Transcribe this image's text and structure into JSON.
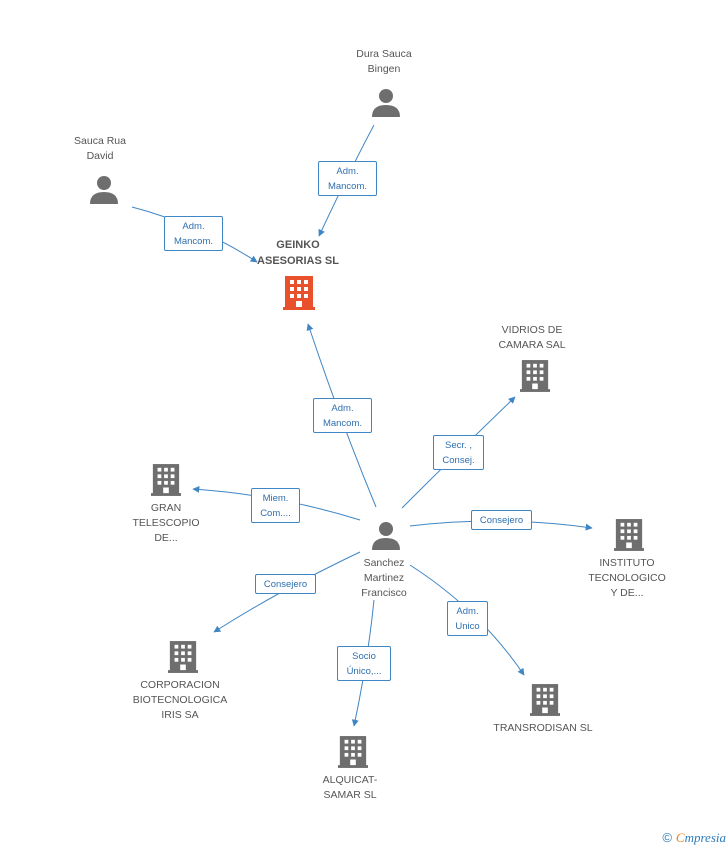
{
  "colors": {
    "person": "#6e6e6e",
    "company": "#6e6e6e",
    "main_company": "#e8512c",
    "edge": "#3f86c4"
  },
  "nodes": {
    "main_company": {
      "label": "GEINKO\nASESORIAS SL",
      "icon": "building-icon"
    },
    "dura_sauca": {
      "label": "Dura Sauca\nBingen",
      "icon": "person-icon"
    },
    "sauca_rua": {
      "label": "Sauca Rua\nDavid",
      "icon": "person-icon"
    },
    "sanchez": {
      "label": "Sanchez\nMartinez\nFrancisco",
      "icon": "person-icon"
    },
    "vidrios": {
      "label": "VIDRIOS DE\nCAMARA SAL",
      "icon": "building-icon"
    },
    "gran_telescopio": {
      "label": "GRAN\nTELESCOPIO\nDE...",
      "icon": "building-icon"
    },
    "instituto": {
      "label": "INSTITUTO\nTECNOLOGICO\nY DE...",
      "icon": "building-icon"
    },
    "corporacion": {
      "label": "CORPORACION\nBIOTECNOLOGICA\nIRIS SA",
      "icon": "building-icon"
    },
    "transrodisan": {
      "label": "TRANSRODISAN SL",
      "icon": "building-icon"
    },
    "alquicat": {
      "label": "ALQUICAT-\nSAMAR SL",
      "icon": "building-icon"
    }
  },
  "edges": {
    "dura_to_main": "Adm.\nMancom.",
    "sauca_to_main": "Adm.\nMancom.",
    "sanchez_to_main": "Adm.\nMancom.",
    "sanchez_to_vidrios": "Secr. ,\nConsej.",
    "sanchez_to_gran": "Miem.\nCom....",
    "sanchez_to_instituto": "Consejero",
    "sanchez_to_corporacion": "Consejero",
    "sanchez_to_transrodisan": "Adm.\nUnico",
    "sanchez_to_alquicat": "Socio\nÚnico,..."
  },
  "footer": {
    "copyright": "©",
    "brand_first": "C",
    "brand_rest": "mpresia"
  }
}
